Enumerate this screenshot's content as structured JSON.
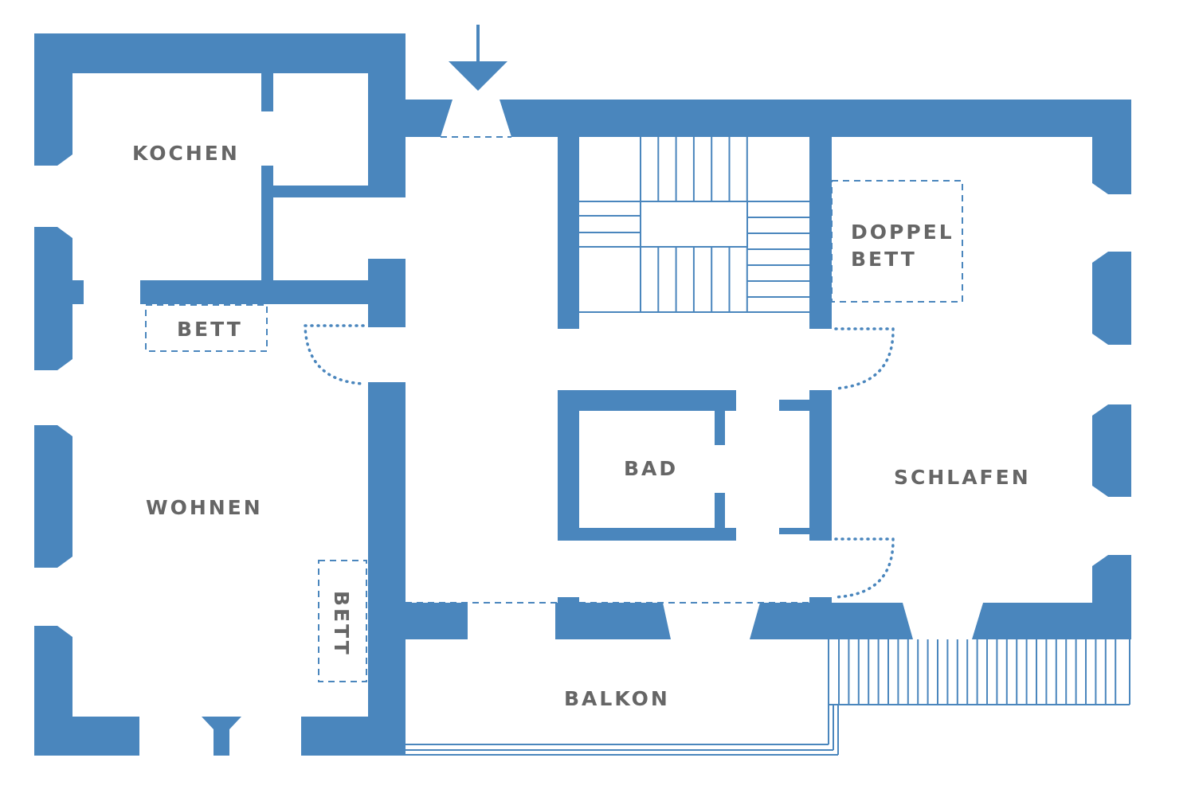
{
  "rooms": {
    "kochen": "KOCHEN",
    "wohnen": "WOHNEN",
    "bett_top": "BETT",
    "bett_side": "BETT",
    "bad": "BAD",
    "doppelbett_line1": "DOPPEL",
    "doppelbett_line2": "BETT",
    "schlafen": "SCHLAFEN",
    "balkon": "BALKON"
  },
  "colors": {
    "wall": "#4a86bd",
    "label": "#666666",
    "background": "#ffffff"
  },
  "icons": {
    "entrance": "arrow-down-icon"
  }
}
